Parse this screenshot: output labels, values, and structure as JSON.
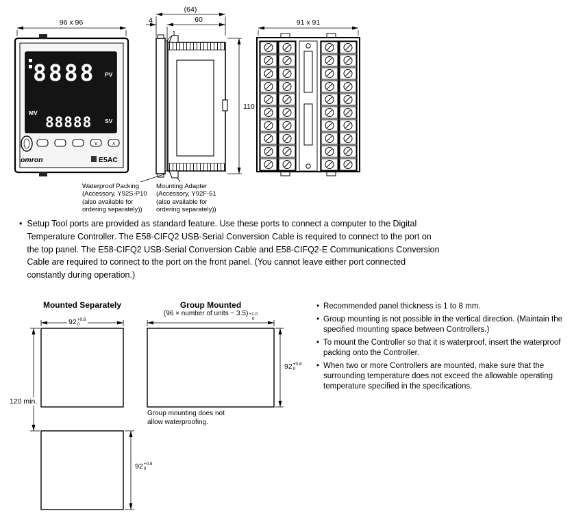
{
  "front_view": {
    "dim": "96 x 96",
    "pv_digits": "8888",
    "sv_digits": "88888",
    "pv_label": "PV",
    "sv_label": "SV",
    "mv_label": "MV",
    "key_down": "∨",
    "key_up": "∧",
    "brand": "omron",
    "model": "E5AC"
  },
  "side_view": {
    "dim_overall": "(64)",
    "dim_case_depth": "60",
    "dim_bezel": "4",
    "dim_packing": "1",
    "dim_height": "110"
  },
  "rear_view": {
    "dim": "91 x 91"
  },
  "callouts": {
    "waterproof_packing": "Waterproof Packing\n(Accessory, Y92S-P10\n(also available for\nordering separately))",
    "mounting_adapter": "Mounting Adapter\n(Accessory, Y92F-51\n(also available for\nordering separately))"
  },
  "setup_note": {
    "bullet": "•",
    "text": "Setup Tool ports are provided as standard feature. Use these ports to connect a computer to the Digital Temperature Controller. The E58-CIFQ2 USB-Serial Conversion Cable is required to connect to the port on the top panel. The E58-CIFQ2 USB-Serial Conversion Cable and E58-CIFQ2-E Communications Conversion Cable are required to connect to the port on the front panel. (You cannot leave either port connected constantly during operation.)"
  },
  "mounting": {
    "separate_title": "Mounted Separately",
    "group_title": "Group Mounted",
    "group_formula_base": "(96 × number of units − 3.5)",
    "group_formula_tol_plus": "+1.0",
    "group_formula_tol_minus": "0",
    "dim92_base": "92",
    "dim92_tol_plus": "+0.8",
    "dim92_tol_minus": "0",
    "dim_vertical_min": "120 min.",
    "group_note": "Group mounting does not\nallow waterproofing."
  },
  "notes": {
    "bullet": "•",
    "items": [
      "Recommended panel thickness is 1 to 8 mm.",
      "Group mounting is not possible in the vertical direction. (Maintain the specified mounting space between Controllers.)",
      "To mount the Controller so that it is waterproof, insert the waterproof packing onto the Controller.",
      "When two or more Controllers are mounted, make sure that the surrounding temperature does not exceed the allowable operating temperature specified in the specifications."
    ]
  }
}
